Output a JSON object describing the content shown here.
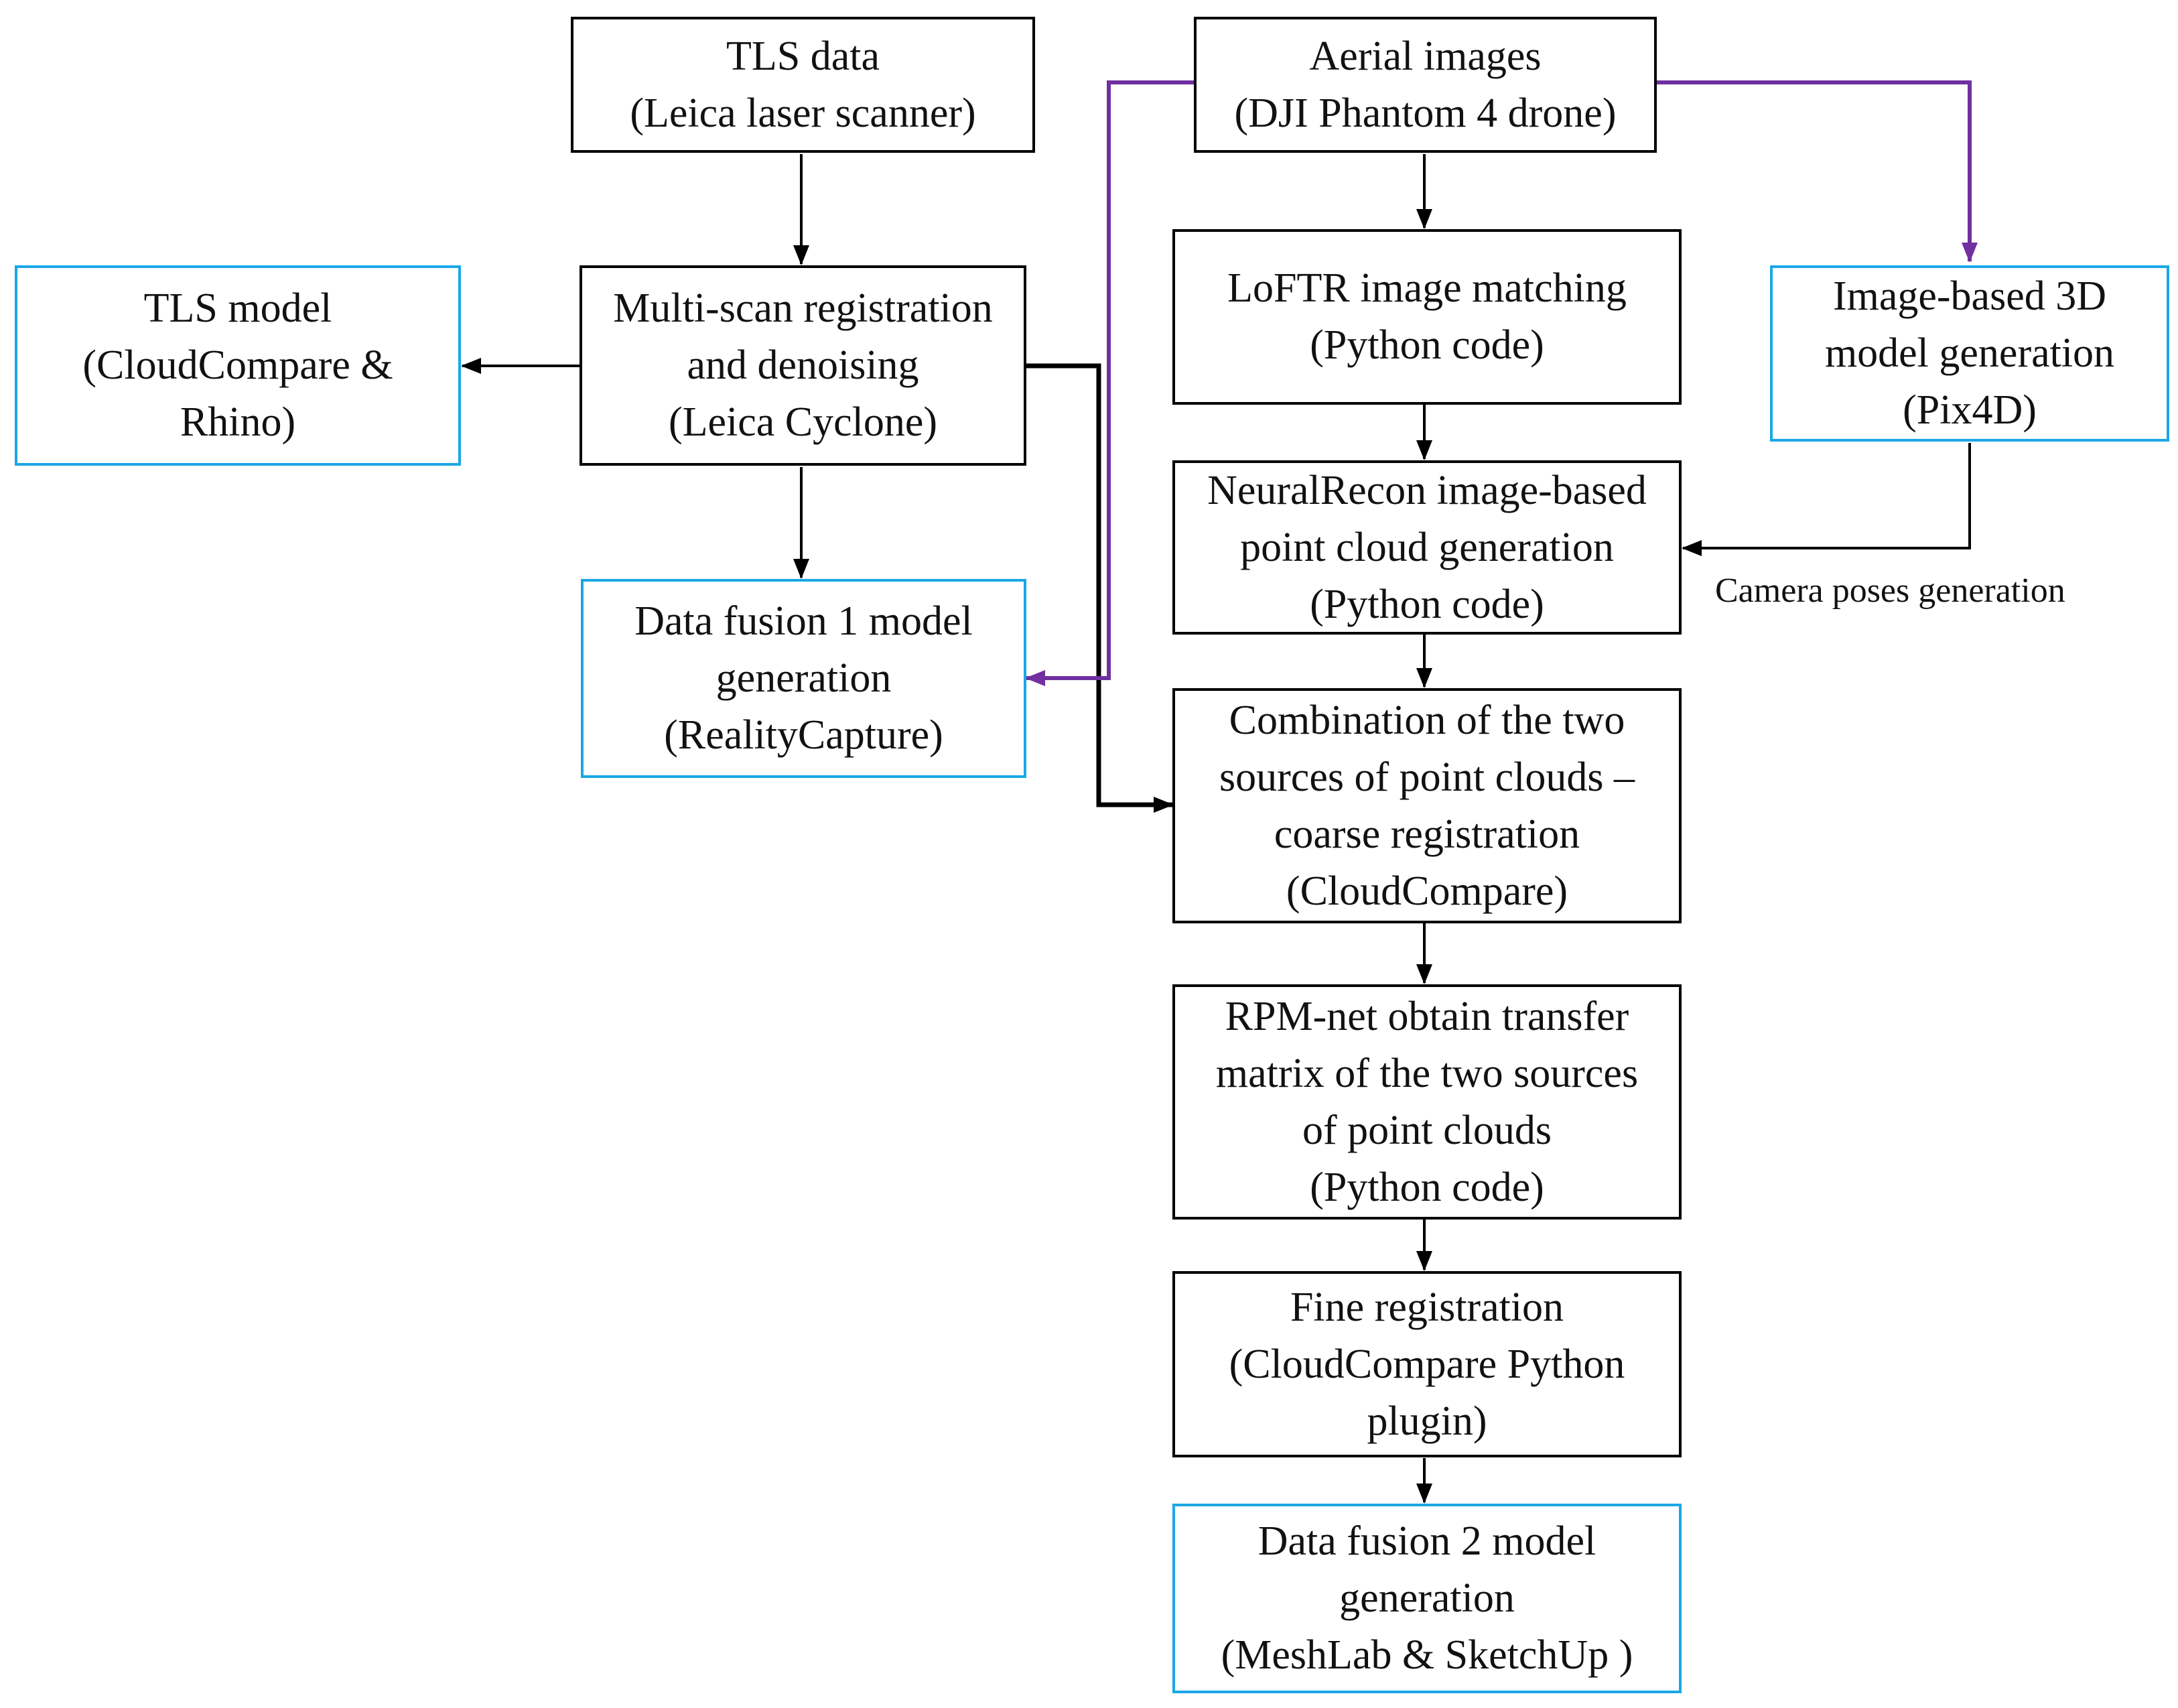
{
  "colors": {
    "process_border": "#000000",
    "output_border": "#1aa7e6",
    "purple_arrow": "#7030a0",
    "black_arrow": "#000000"
  },
  "nodes": {
    "tls_data": {
      "lines": [
        "TLS data",
        "(Leica laser scanner)"
      ]
    },
    "aerial_images": {
      "lines": [
        "Aerial images",
        "(DJI Phantom 4 drone)"
      ]
    },
    "multi_scan": {
      "lines": [
        "Multi-scan registration",
        "and denoising",
        "(Leica Cyclone)"
      ]
    },
    "tls_model": {
      "lines": [
        "TLS model",
        "(CloudCompare &",
        "Rhino)"
      ]
    },
    "data_fusion_1": {
      "lines": [
        "Data fusion 1 model",
        "generation",
        "(RealityCapture)"
      ]
    },
    "loftr": {
      "lines": [
        "LoFTR image matching",
        "(Python code)"
      ]
    },
    "image_based_3d": {
      "lines": [
        "Image-based 3D",
        "model generation",
        "(Pix4D)"
      ]
    },
    "neuralrecon": {
      "lines": [
        "NeuralRecon image-based",
        "point cloud generation",
        "(Python code)"
      ]
    },
    "combination": {
      "lines": [
        "Combination of the two",
        "sources of point clouds –",
        "coarse registration",
        "(CloudCompare)"
      ]
    },
    "rpm_net": {
      "lines": [
        "RPM-net obtain transfer",
        "matrix of the two sources",
        "of point clouds",
        "(Python code)"
      ]
    },
    "fine_registration": {
      "lines": [
        "Fine registration",
        "(CloudCompare Python",
        "plugin)"
      ]
    },
    "data_fusion_2": {
      "lines": [
        "Data fusion 2 model",
        "generation",
        "(MeshLab & SketchUp )"
      ]
    }
  },
  "edge_labels": {
    "camera_poses": "Camera poses generation"
  }
}
